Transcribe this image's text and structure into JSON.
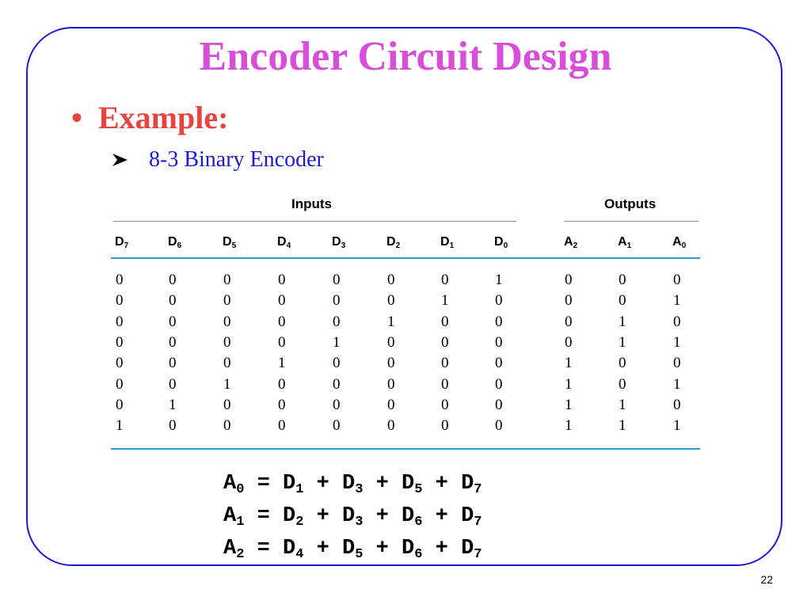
{
  "slide": {
    "title": "Encoder Circuit Design",
    "bullet": "Example:",
    "sub_bullet": "8-3 Binary Encoder",
    "page_number": "22"
  },
  "table": {
    "inputs_label": "Inputs",
    "outputs_label": "Outputs",
    "columns": [
      {
        "name": "D",
        "sub": "7"
      },
      {
        "name": "D",
        "sub": "6"
      },
      {
        "name": "D",
        "sub": "5"
      },
      {
        "name": "D",
        "sub": "4"
      },
      {
        "name": "D",
        "sub": "3"
      },
      {
        "name": "D",
        "sub": "2"
      },
      {
        "name": "D",
        "sub": "1"
      },
      {
        "name": "D",
        "sub": "0"
      },
      {
        "name": "A",
        "sub": "2"
      },
      {
        "name": "A",
        "sub": "1"
      },
      {
        "name": "A",
        "sub": "0"
      }
    ],
    "rows": [
      [
        "0",
        "0",
        "0",
        "0",
        "0",
        "0",
        "0",
        "1",
        "0",
        "0",
        "0"
      ],
      [
        "0",
        "0",
        "0",
        "0",
        "0",
        "0",
        "1",
        "0",
        "0",
        "0",
        "1"
      ],
      [
        "0",
        "0",
        "0",
        "0",
        "0",
        "1",
        "0",
        "0",
        "0",
        "1",
        "0"
      ],
      [
        "0",
        "0",
        "0",
        "0",
        "1",
        "0",
        "0",
        "0",
        "0",
        "1",
        "1"
      ],
      [
        "0",
        "0",
        "0",
        "1",
        "0",
        "0",
        "0",
        "0",
        "1",
        "0",
        "0"
      ],
      [
        "0",
        "0",
        "1",
        "0",
        "0",
        "0",
        "0",
        "0",
        "1",
        "0",
        "1"
      ],
      [
        "0",
        "1",
        "0",
        "0",
        "0",
        "0",
        "0",
        "0",
        "1",
        "1",
        "0"
      ],
      [
        "1",
        "0",
        "0",
        "0",
        "0",
        "0",
        "0",
        "0",
        "1",
        "1",
        "1"
      ]
    ]
  },
  "equations": [
    {
      "lhs": {
        "v": "A",
        "s": "0"
      },
      "terms": [
        {
          "v": "D",
          "s": "1"
        },
        {
          "v": "D",
          "s": "3"
        },
        {
          "v": "D",
          "s": "5"
        },
        {
          "v": "D",
          "s": "7"
        }
      ]
    },
    {
      "lhs": {
        "v": "A",
        "s": "1"
      },
      "terms": [
        {
          "v": "D",
          "s": "2"
        },
        {
          "v": "D",
          "s": "3"
        },
        {
          "v": "D",
          "s": "6"
        },
        {
          "v": "D",
          "s": "7"
        }
      ]
    },
    {
      "lhs": {
        "v": "A",
        "s": "2"
      },
      "terms": [
        {
          "v": "D",
          "s": "4"
        },
        {
          "v": "D",
          "s": "5"
        },
        {
          "v": "D",
          "s": "6"
        },
        {
          "v": "D",
          "s": "7"
        }
      ]
    }
  ],
  "colors": {
    "title": "#d94ed9",
    "bullet": "#e8443f",
    "sub_bullet": "#1a1ad6",
    "frame": "#1a1ad6",
    "table_rule": "#2aa0cf"
  }
}
